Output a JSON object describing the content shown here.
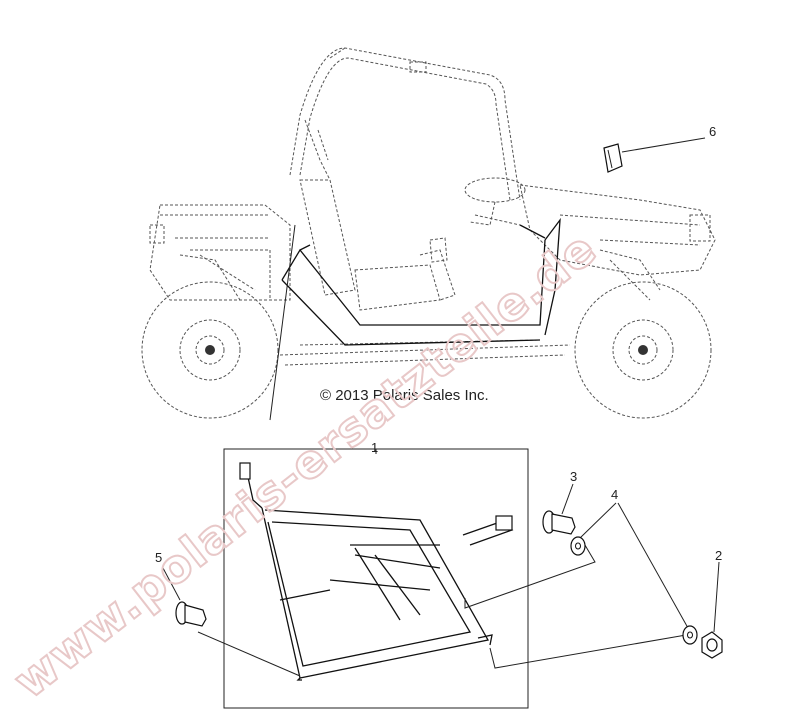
{
  "copyright": "© 2013 Polaris Sales Inc.",
  "watermark": "www.polaris-ersatzteile.de",
  "callouts": {
    "c1": "1",
    "c2": "2",
    "c3": "3",
    "c4": "4",
    "c5": "5",
    "c6": "6"
  }
}
